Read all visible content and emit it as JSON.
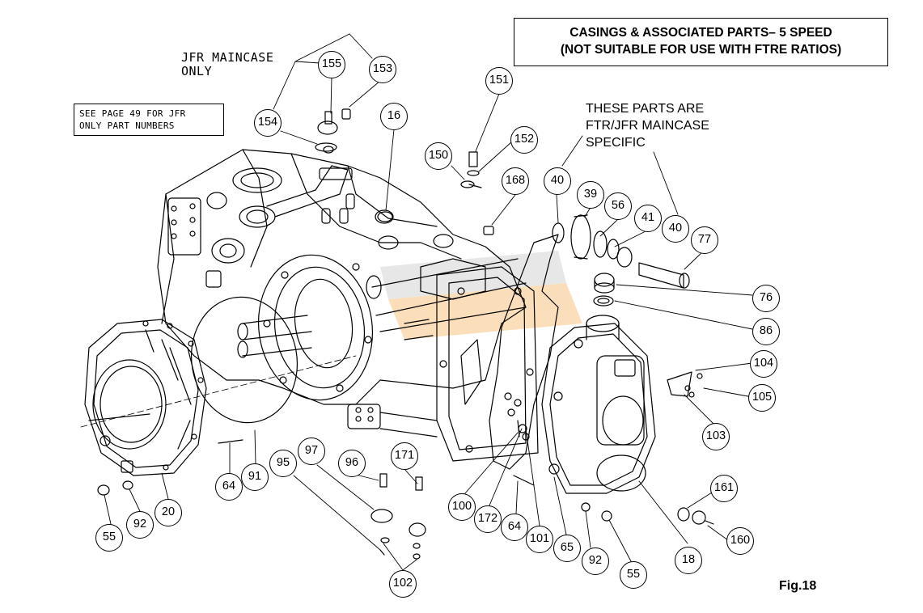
{
  "title": {
    "line1": "CASINGS & ASSOCIATED PARTS– 5 SPEED",
    "line2": "(NOT SUITABLE FOR USE WITH FTRE RATIOS)"
  },
  "note": {
    "line1": "SEE PAGE 49 FOR JFR",
    "line2": "ONLY PART NUMBERS"
  },
  "jfr_label": {
    "line1": "JFR MAINCASE",
    "line2": "ONLY"
  },
  "specific_label": {
    "line1": "THESE PARTS ARE",
    "line2": "FTR/JFR MAINCASE",
    "line3": "SPECIFIC"
  },
  "figure_label": "Fig.18",
  "callouts": [
    "155",
    "153",
    "154",
    "16",
    "151",
    "152",
    "150",
    "168",
    "40",
    "39",
    "56",
    "41",
    "40",
    "77",
    "76",
    "86",
    "104",
    "105",
    "103",
    "64",
    "91",
    "95",
    "97",
    "96",
    "171",
    "55",
    "92",
    "20",
    "102",
    "100",
    "172",
    "64",
    "101",
    "65",
    "92",
    "55",
    "18",
    "161",
    "160"
  ]
}
